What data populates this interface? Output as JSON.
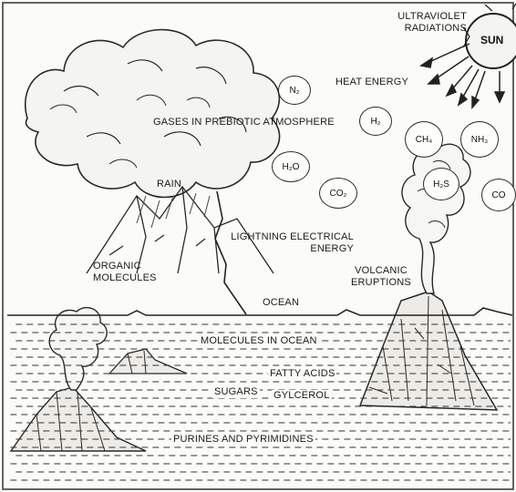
{
  "labels": {
    "ultraviolet": "ULTRAVIOLET RADIATIONS",
    "sun": "SUN",
    "heat_energy": "HEAT ENERGY",
    "gases": "GASES IN PREBIOTIC ATMOSPHERE",
    "rain": "RAIN",
    "lightning": "LIGHTNING ELECTRICAL ENERGY",
    "organic": "ORGANIC MOLECULES",
    "volcanic": "VOLCANIC ERUPTIONS",
    "ocean": "OCEAN",
    "molecules_in_ocean": "MOLECULES IN OCEAN",
    "fatty_acids": "FATTY ACIDS",
    "sugars": "SUGARS",
    "glycerol": "GYLCEROL",
    "purines": "PURINES AND PYRIMIDINES"
  },
  "molecules": {
    "n2": "N₂",
    "h2": "H₂",
    "h2o": "H₂O",
    "co2": "CO₂",
    "ch4": "CH₄",
    "nh3": "NH₃",
    "h2s": "H₂S",
    "co": "CO"
  }
}
